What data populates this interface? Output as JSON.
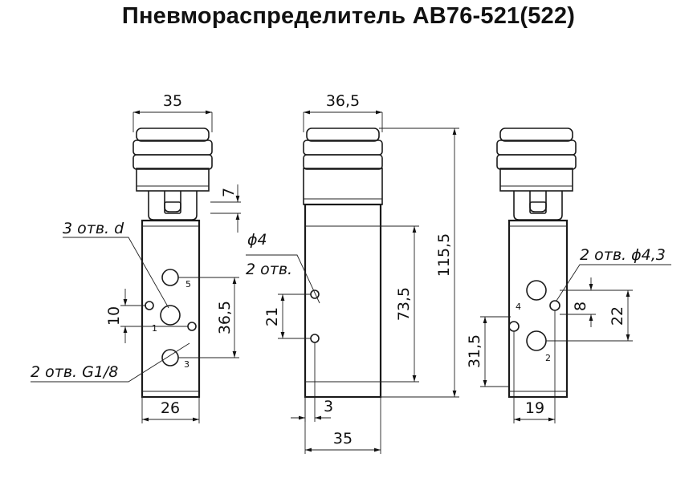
{
  "title": "Пневмораспределитель АВ76-521(522)",
  "views": {
    "front": {
      "width_top": "35",
      "dim_7": "7",
      "holes_d": "3 отв. d",
      "dim_10": "10",
      "dim_36_5": "36,5",
      "ports_g": "2 отв. G1/8",
      "width_bottom": "26",
      "port_5": "5",
      "port_1": "1",
      "port_3": "3"
    },
    "side": {
      "width_top": "36,5",
      "hole_phi": "ϕ4",
      "holes_count": "2 отв.",
      "dim_21": "21",
      "dim_73_5": "73,5",
      "dim_115_5": "115,5",
      "dim_3": "3",
      "width_bottom": "35"
    },
    "back": {
      "holes": "2 отв. ϕ4,3",
      "dim_8": "8",
      "dim_22": "22",
      "dim_31_5": "31,5",
      "width_bottom": "19",
      "port_4": "4",
      "port_2": "2"
    }
  }
}
